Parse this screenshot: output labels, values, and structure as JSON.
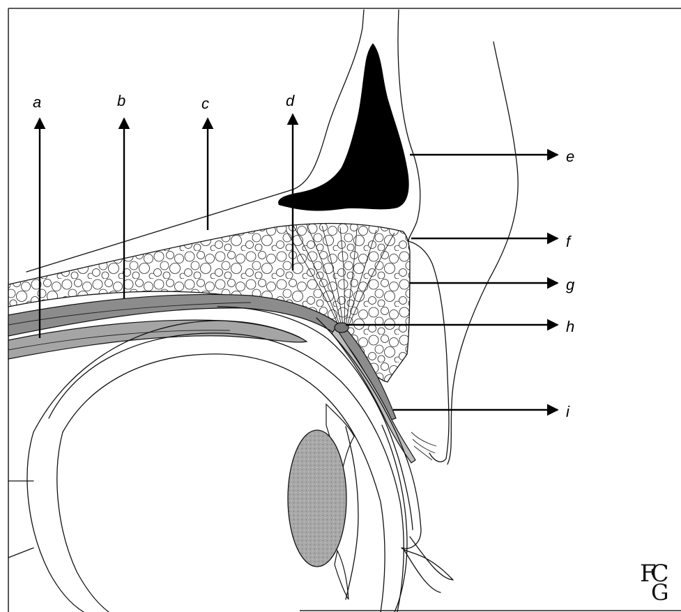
{
  "labels": {
    "a": "a",
    "b": "b",
    "c": "c",
    "d": "d",
    "e": "e",
    "f": "f",
    "g": "g",
    "h": "h",
    "i": "i"
  },
  "signature": {
    "top": "FC",
    "bottom": "G"
  },
  "colors": {
    "ink": "#111111",
    "shade": "#8c8c8c",
    "lens": "#a8a8a8",
    "sinus": "#000000",
    "background": "#ffffff"
  }
}
